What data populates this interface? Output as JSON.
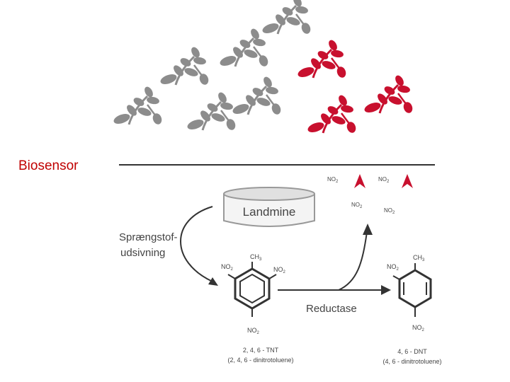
{
  "side_label": "Biosensor",
  "landmine_label": "Landmine",
  "leach_line1": "Sprængstof-",
  "leach_line2": "udsivning",
  "reductase_label": "Reductase",
  "tnt": {
    "substituent_top": "CH",
    "substituent_top_sub": "3",
    "no2_left": "NO",
    "no2_right": "NO",
    "no2_bottom": "NO",
    "name": "2, 4, 6 - TNT",
    "full_name": "(2, 4, 6 - dinitrotoluene)"
  },
  "dnt": {
    "substituent_top": "CH",
    "substituent_top_sub": "3",
    "no2_left": "NO",
    "no2_bottom": "NO",
    "name": "4, 6 - DNT",
    "full_name": "(4, 6 - dinitrotoluene)"
  },
  "released": [
    "NO",
    "NO",
    "NO",
    "NO"
  ],
  "subscript_2": "2",
  "colors": {
    "accent": "#c8102e",
    "plant_gray": "#8c8c8c",
    "line": "#333333"
  },
  "icons": {
    "plant": "plant-icon",
    "arrow": "arrow-icon",
    "benzene": "benzene-ring-icon"
  }
}
